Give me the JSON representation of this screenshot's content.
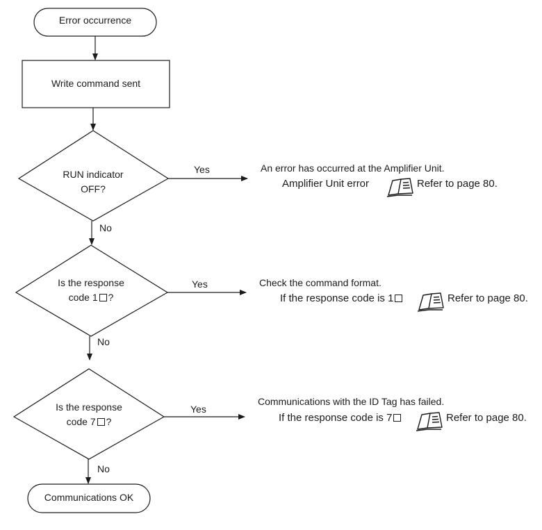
{
  "nodes": {
    "start": "Error occurrence",
    "write": "Write command sent",
    "decision1": {
      "line1": "RUN indicator",
      "line2": "OFF?"
    },
    "decision2": {
      "line1": "Is the response",
      "line2_prefix": "code 1",
      "line2_suffix": "?"
    },
    "decision3": {
      "line1": "Is the response",
      "line2_prefix": "code 7",
      "line2_suffix": "?"
    },
    "end": "Communications OK"
  },
  "branches": {
    "yes": "Yes",
    "no": "No"
  },
  "outcomes": [
    {
      "message": "An error has occurred at the Amplifier Unit.",
      "detail": "Amplifier Unit error",
      "ref_icon": "manual-book-icon",
      "ref": "Refer to page 80."
    },
    {
      "message": "Check the command format.",
      "detail": "If the response code is 1",
      "ref_icon": "manual-book-icon",
      "ref": "Refer to page 80."
    },
    {
      "message": "Communications with the ID Tag has failed.",
      "detail": "If the response code is 7",
      "ref_icon": "manual-book-icon",
      "ref": "Refer to page 80."
    }
  ]
}
